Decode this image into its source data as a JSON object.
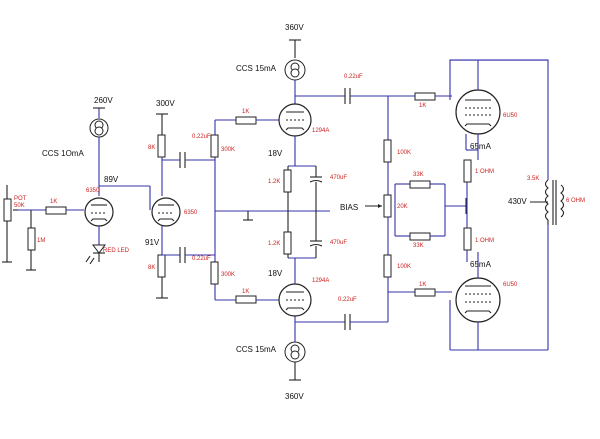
{
  "supplies": {
    "v360_top": "360V",
    "v360_bot": "360V",
    "v260": "260V",
    "v300": "300V",
    "v430": "430V"
  },
  "nodes": {
    "v89": "89V",
    "v91": "91V",
    "v18_top": "18V",
    "v18_bot": "18V",
    "ma65_top": "65mA",
    "ma65_bot": "65mA"
  },
  "sources": {
    "ccs_10ma": "CCS 1OmA",
    "ccs_15ma_top": "CCS 15mA",
    "ccs_15ma_bot": "CCS 15mA"
  },
  "tubes": {
    "t6350_a": "6350",
    "t6350_b": "6350",
    "t1294a_top": "1294A",
    "t1294a_bot": "1294A",
    "t6u50_top": "6U50",
    "t6u50_bot": "6U50"
  },
  "components": {
    "pot": "POT",
    "pot_val": "50K",
    "r1k_in": "1K",
    "r1m": "1M",
    "red_led": "RED LED",
    "r8k_top": "8K",
    "r8k_bot": "8K",
    "c022_a": "0.22uF",
    "c022_b": "0.22uF",
    "c022_c": "0.22uF",
    "c022_d": "0.22uF",
    "r300k_top": "300K",
    "r300k_bot": "300K",
    "r1k_g1": "1K",
    "r1k_g2": "1K",
    "r12k_top": "1.2K",
    "r12k_bot": "1.2K",
    "c470_top": "470uF",
    "c470_bot": "470uF",
    "r100k_top": "100K",
    "r100k_bot": "100K",
    "r20k": "20K",
    "r33k_top": "33K",
    "r33k_bot": "33K",
    "r1k_o1": "1K",
    "r1k_o2": "1K",
    "r1ohm_top": "1 OHM",
    "r1ohm_bot": "1 OHM",
    "xfmr_pri": "3.5K",
    "xfmr_sec": "6 OHM",
    "bias": "BIAS"
  }
}
